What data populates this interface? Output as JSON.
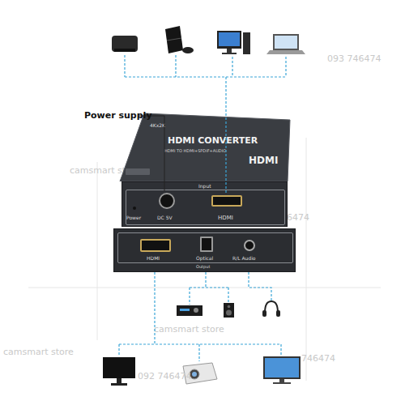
{
  "diagram": {
    "nodes": [
      {
        "text": [
          "4Kx2K",
          "HDMI CONVERTER",
          "HDMI TO HDMI+SPDIF+AUDIO",
          "HDMI"
        ]
      },
      {
        "text": [
          "Input",
          "Power",
          "DC 5V",
          "HDMI"
        ]
      },
      {
        "text": [
          "HDMI",
          "Optical",
          "R/L Audio",
          "Output"
        ]
      }
    ],
    "labels": [
      "Power supply",
      "camsmart store",
      "093 746474",
      "746474",
      "camsmart store",
      "camsmart store",
      "092 746474",
      "746474"
    ]
  }
}
